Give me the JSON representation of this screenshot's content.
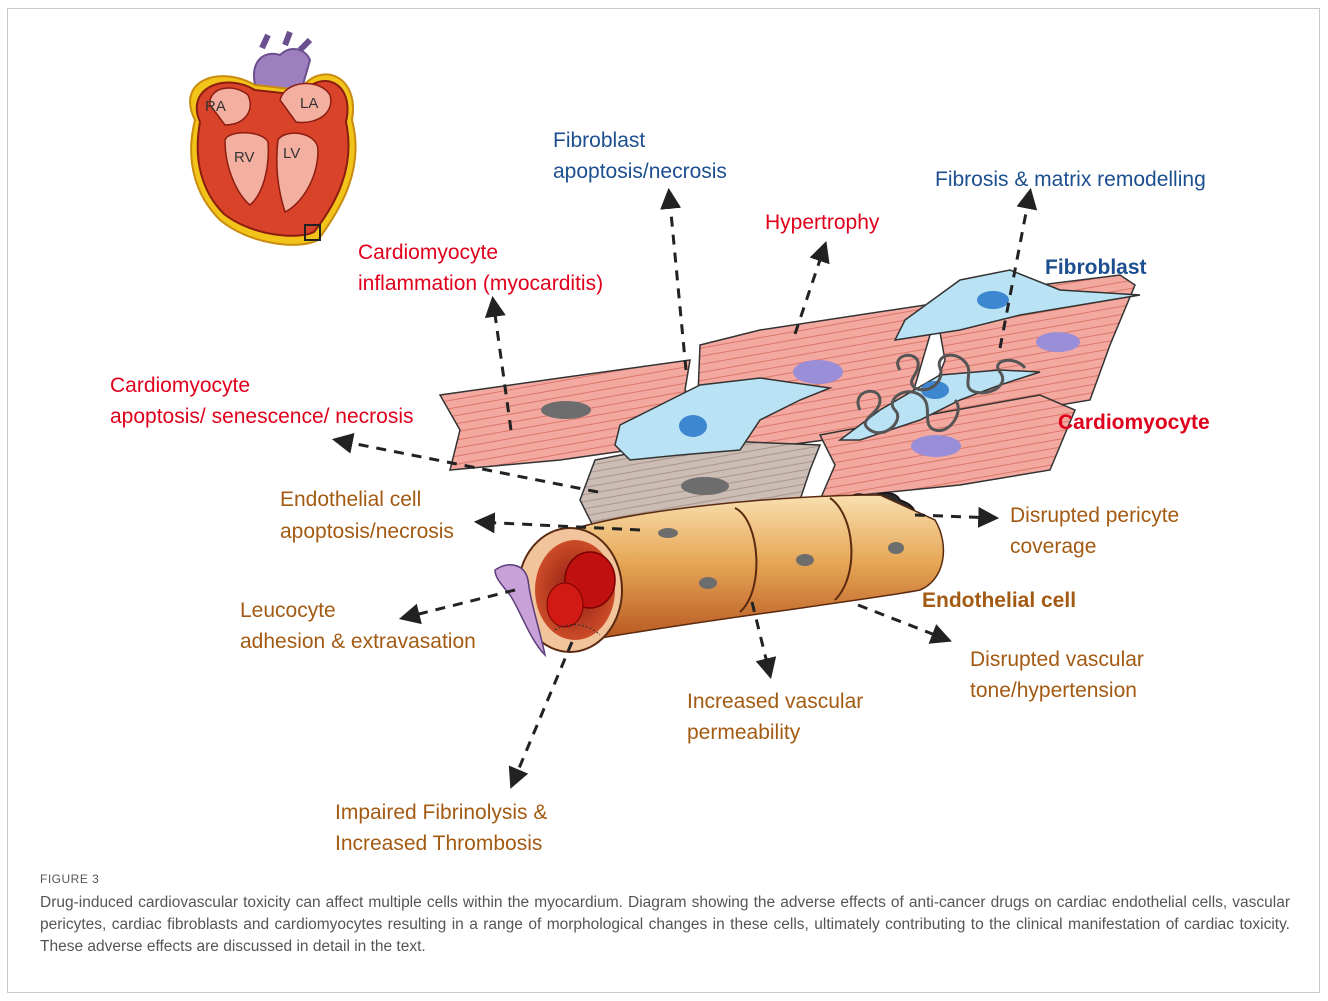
{
  "heart": {
    "chambers": [
      "RA",
      "LA",
      "RV",
      "LV"
    ]
  },
  "labels": {
    "fibroblast_apoptosis": [
      "Fibroblast",
      "apoptosis/necrosis"
    ],
    "fibrosis": "Fibrosis & matrix remodelling",
    "hypertrophy": "Hypertrophy",
    "cm_inflammation": [
      "Cardiomyocyte",
      "inflammation (myocarditis)"
    ],
    "cm_apoptosis": [
      "Cardiomyocyte",
      "apoptosis/ senescence/ necrosis"
    ],
    "ec_apoptosis": [
      "Endothelial cell",
      "apoptosis/necrosis"
    ],
    "pericyte": [
      "Disrupted pericyte",
      "coverage"
    ],
    "leucocyte": [
      "Leucocyte",
      "adhesion & extravasation"
    ],
    "vascular_tone": [
      "Disrupted vascular",
      "tone/hypertension"
    ],
    "permeability": [
      "Increased vascular",
      "permeability"
    ],
    "thrombosis": [
      "Impaired Fibrinolysis &",
      "Increased Thrombosis"
    ]
  },
  "cell_types": {
    "fibroblast": "Fibroblast",
    "cardiomyocyte": "Cardiomyocyte",
    "endothelial": "Endothelial cell"
  },
  "caption": {
    "title": "FIGURE 3",
    "text": "Drug-induced cardiovascular toxicity can affect multiple cells within the myocardium. Diagram showing the adverse effects of anti-cancer drugs on cardiac endothelial cells, vascular pericytes, cardiac fibroblasts and cardiomyocytes resulting in a range of morphological changes in these cells, ultimately contributing to the clinical manifestation of cardiac toxicity. These adverse effects are discussed in detail in the text."
  },
  "colors": {
    "red_label": "#e0001b",
    "blue_label": "#1c4f8f",
    "brown_label": "#a35a12",
    "cardiomyocyte_fill": "#f4a9a0",
    "fibroblast_fill": "#b9e3f4",
    "vessel_fill": "#e8a85a"
  }
}
